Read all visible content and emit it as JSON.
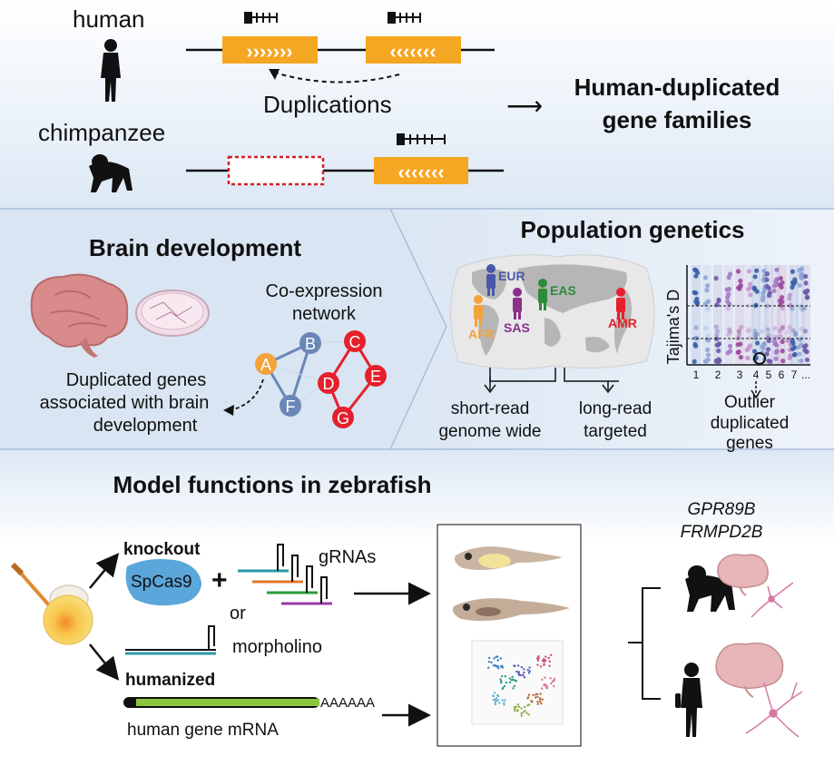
{
  "top": {
    "human_label": "human",
    "chimp_label": "chimpanzee",
    "duplications_label": "Duplications",
    "result_line1": "Human-duplicated",
    "result_line2": "gene families",
    "arrow_glyph": "⟶"
  },
  "brain": {
    "title": "Brain development",
    "coexpr_line1": "Co-expression",
    "coexpr_line2": "network",
    "caption_line1": "Duplicated genes",
    "caption_line2": "associated with brain",
    "caption_line3": "development",
    "nodes": [
      "A",
      "B",
      "F",
      "C",
      "D",
      "E",
      "G"
    ]
  },
  "popgen": {
    "title": "Population genetics",
    "regions": [
      "EUR",
      "EAS",
      "SAS",
      "AFR",
      "AMR"
    ],
    "short_read_line1": "short-read",
    "short_read_line2": "genome wide",
    "long_read_line1": "long-read",
    "long_read_line2": "targeted",
    "ylabel": "Tajima's D",
    "ticks": [
      "1",
      "2",
      "3",
      "4",
      "5",
      "6",
      "7",
      "..."
    ],
    "outlier_line1": "Outlier",
    "outlier_line2": "duplicated",
    "outlier_line3": "genes"
  },
  "zebrafish": {
    "title": "Model functions in zebrafish",
    "knockout": "knockout",
    "spcas9": "SpCas9",
    "plus": "+",
    "grnas": "gRNAs",
    "or": "or",
    "morpholino": "morpholino",
    "humanized": "humanized",
    "polya": "AAAAAA",
    "mrna": "human gene mRNA",
    "gene1": "GPR89B",
    "gene2": "FRMPD2B"
  },
  "colors": {
    "gene_orange": "#f5a623",
    "panel_blue": "#dfe9f5",
    "node_blue": "#6b87b8",
    "node_red": "#e5202c",
    "node_orange": "#f2a33a"
  }
}
